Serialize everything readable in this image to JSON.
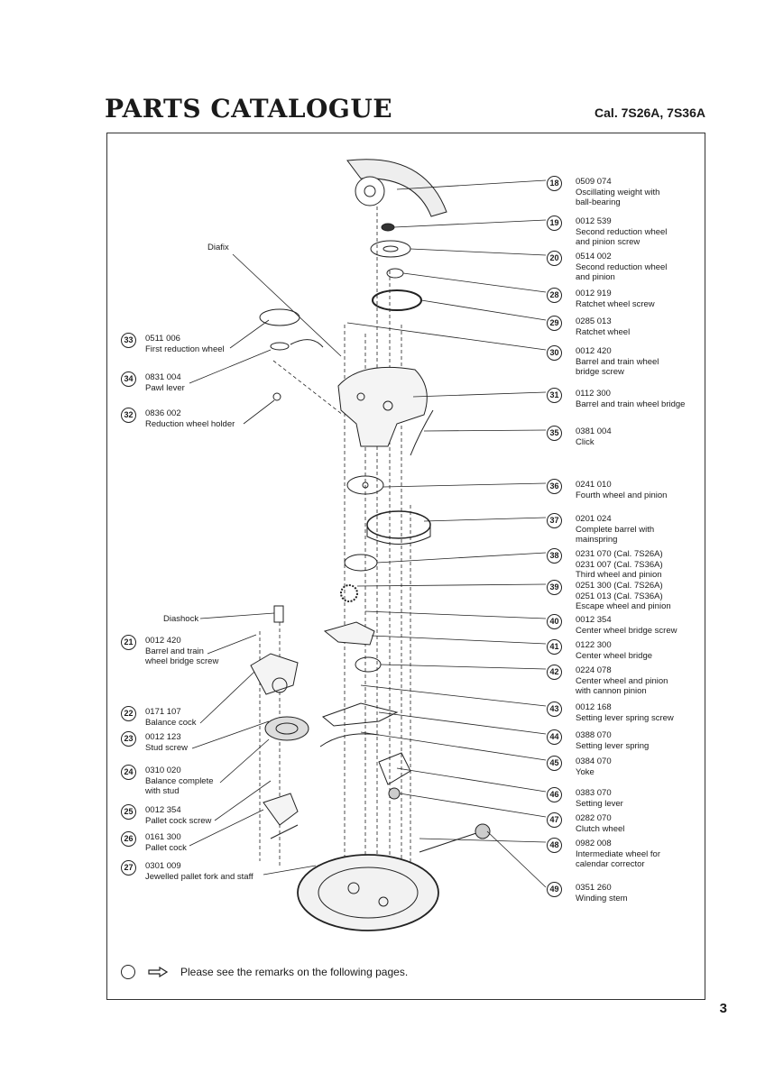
{
  "header": {
    "title": "PARTS CATALOGUE",
    "calibre": "Cal. 7S26A, 7S36A"
  },
  "labels": {
    "diafix": "Diafix",
    "diashock": "Diashock"
  },
  "right_parts": [
    {
      "num": "18",
      "code": "0509 074",
      "lines": [
        "Oscillating weight with",
        "ball-bearing"
      ]
    },
    {
      "num": "19",
      "code": "0012 539",
      "lines": [
        "Second reduction wheel",
        "and pinion screw"
      ]
    },
    {
      "num": "20",
      "code": "0514 002",
      "lines": [
        "Second reduction wheel",
        "and pinion"
      ]
    },
    {
      "num": "28",
      "code": "0012 919",
      "lines": [
        "Ratchet wheel screw"
      ]
    },
    {
      "num": "29",
      "code": "0285 013",
      "lines": [
        "Ratchet wheel"
      ]
    },
    {
      "num": "30",
      "code": "0012 420",
      "lines": [
        "Barrel and train wheel",
        "bridge screw"
      ]
    },
    {
      "num": "31",
      "code": "0112 300",
      "lines": [
        "Barrel and train wheel bridge"
      ]
    },
    {
      "num": "35",
      "code": "0381 004",
      "lines": [
        "Click"
      ]
    },
    {
      "num": "36",
      "code": "0241 010",
      "lines": [
        "Fourth wheel and pinion"
      ]
    },
    {
      "num": "37",
      "code": "0201 024",
      "lines": [
        "Complete barrel with",
        "mainspring"
      ]
    },
    {
      "num": "38",
      "code": "0231 070 (Cal. 7S26A)",
      "lines": [
        "0231 007 (Cal. 7S36A)",
        "Third wheel and pinion"
      ]
    },
    {
      "num": "39",
      "code": "0251 300 (Cal. 7S26A)",
      "lines": [
        "0251 013 (Cal. 7S36A)",
        "Escape wheel and pinion"
      ]
    },
    {
      "num": "40",
      "code": "0012 354",
      "lines": [
        "Center wheel bridge screw"
      ]
    },
    {
      "num": "41",
      "code": "0122 300",
      "lines": [
        "Center wheel bridge"
      ]
    },
    {
      "num": "42",
      "code": "0224 078",
      "lines": [
        "Center wheel and pinion",
        "with cannon pinion"
      ]
    },
    {
      "num": "43",
      "code": "0012 168",
      "lines": [
        "Setting lever spring screw"
      ]
    },
    {
      "num": "44",
      "code": "0388 070",
      "lines": [
        "Setting lever spring"
      ]
    },
    {
      "num": "45",
      "code": "0384 070",
      "lines": [
        "Yoke"
      ]
    },
    {
      "num": "46",
      "code": "0383 070",
      "lines": [
        "Setting lever"
      ]
    },
    {
      "num": "47",
      "code": "0282 070",
      "lines": [
        "Clutch wheel"
      ]
    },
    {
      "num": "48",
      "code": "0982 008",
      "lines": [
        "Intermediate wheel for",
        "calendar corrector"
      ]
    },
    {
      "num": "49",
      "code": "0351 260",
      "lines": [
        "Winding stem"
      ]
    }
  ],
  "left_parts": [
    {
      "num": "33",
      "code": "0511 006",
      "lines": [
        "First reduction wheel"
      ]
    },
    {
      "num": "34",
      "code": "0831 004",
      "lines": [
        "Pawl lever"
      ]
    },
    {
      "num": "32",
      "code": "0836 002",
      "lines": [
        "Reduction wheel holder"
      ]
    },
    {
      "num": "21",
      "code": "0012 420",
      "lines": [
        "Barrel and train",
        "wheel bridge screw"
      ]
    },
    {
      "num": "22",
      "code": "0171 107",
      "lines": [
        "Balance cock"
      ]
    },
    {
      "num": "23",
      "code": "0012 123",
      "lines": [
        "Stud screw"
      ]
    },
    {
      "num": "24",
      "code": "0310 020",
      "lines": [
        "Balance complete",
        "with stud"
      ]
    },
    {
      "num": "25",
      "code": "0012 354",
      "lines": [
        "Pallet cock screw"
      ]
    },
    {
      "num": "26",
      "code": "0161 300",
      "lines": [
        "Pallet cock"
      ]
    },
    {
      "num": "27",
      "code": "0301 009",
      "lines": [
        "Jewelled pallet fork and staff"
      ]
    }
  ],
  "footer": {
    "remark": "Please see the remarks on the following pages.",
    "page_number": "3"
  }
}
